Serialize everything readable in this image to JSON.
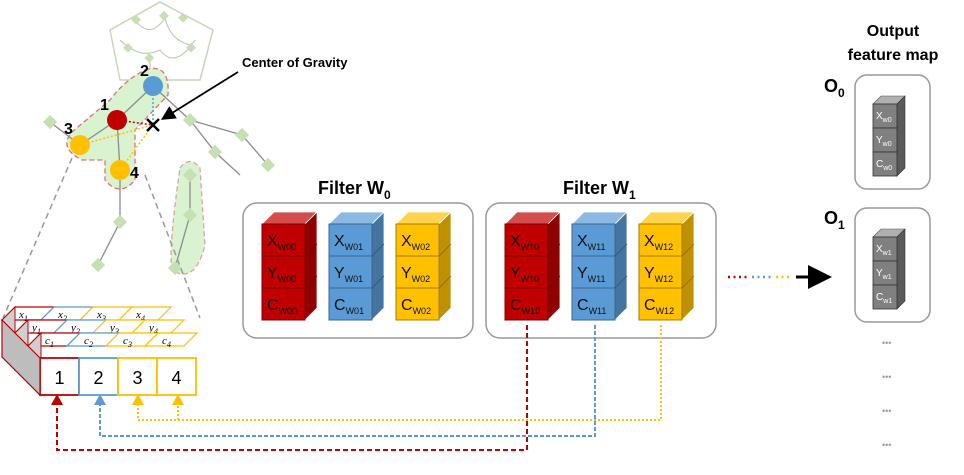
{
  "labels": {
    "center_of_gravity": "Center of Gravity",
    "output_title_line1": "Output",
    "output_title_line2": "feature map",
    "output_0_base": "O",
    "output_0_sub": "0",
    "output_1_base": "O",
    "output_1_sub": "1",
    "filter_w0_base": "Filter W",
    "filter_w0_sub": "0",
    "filter_w1_base": "Filter W",
    "filter_w1_sub": "1",
    "continuation_dots": "•••"
  },
  "joints": [
    {
      "label": "1",
      "color": "#c00000"
    },
    {
      "label": "2",
      "color": "#5b9bd5"
    },
    {
      "label": "3",
      "color": "#ffc000"
    },
    {
      "label": "4",
      "color": "#ffc000"
    }
  ],
  "colors": {
    "red": "#c00000",
    "blue": "#5b9bd5",
    "yellow": "#ffc000",
    "skeleton_node": "#c6e0b4",
    "highlight": "#d9f2d0",
    "gray_cube": "#808080"
  },
  "input_tensor": {
    "cells": [
      {
        "number": "1",
        "x": "x",
        "x_sub": "1",
        "y": "y",
        "y_sub": "1",
        "c": "c",
        "c_sub": "1",
        "color": "#c00000"
      },
      {
        "number": "2",
        "x": "x",
        "x_sub": "2",
        "y": "y",
        "y_sub": "2",
        "c": "c",
        "c_sub": "2",
        "color": "#5b9bd5"
      },
      {
        "number": "3",
        "x": "x",
        "x_sub": "3",
        "y": "y",
        "y_sub": "3",
        "c": "c",
        "c_sub": "3",
        "color": "#ffc000"
      },
      {
        "number": "4",
        "x": "x",
        "x_sub": "4",
        "y": "y",
        "y_sub": "4",
        "c": "c",
        "c_sub": "4",
        "color": "#ffc000"
      }
    ]
  },
  "filters": [
    {
      "name": "W0",
      "columns": [
        {
          "color": "red",
          "rows": [
            {
              "letter": "X",
              "sub": "W00"
            },
            {
              "letter": "Y",
              "sub": "W00"
            },
            {
              "letter": "C",
              "sub": "W00"
            }
          ]
        },
        {
          "color": "blue",
          "rows": [
            {
              "letter": "X",
              "sub": "W01"
            },
            {
              "letter": "Y",
              "sub": "W01"
            },
            {
              "letter": "C",
              "sub": "W01"
            }
          ]
        },
        {
          "color": "yellow",
          "rows": [
            {
              "letter": "X",
              "sub": "W02"
            },
            {
              "letter": "Y",
              "sub": "W02"
            },
            {
              "letter": "C",
              "sub": "W02"
            }
          ]
        }
      ]
    },
    {
      "name": "W1",
      "columns": [
        {
          "color": "red",
          "rows": [
            {
              "letter": "X",
              "sub": "W10"
            },
            {
              "letter": "Y",
              "sub": "W10"
            },
            {
              "letter": "C",
              "sub": "W10"
            }
          ]
        },
        {
          "color": "blue",
          "rows": [
            {
              "letter": "X",
              "sub": "W11"
            },
            {
              "letter": "Y",
              "sub": "W11"
            },
            {
              "letter": "C",
              "sub": "W11"
            }
          ]
        },
        {
          "color": "yellow",
          "rows": [
            {
              "letter": "X",
              "sub": "W12"
            },
            {
              "letter": "Y",
              "sub": "W12"
            },
            {
              "letter": "C",
              "sub": "W12"
            }
          ]
        }
      ]
    }
  ],
  "outputs": [
    {
      "rows": [
        {
          "letter": "X",
          "sub": "w0"
        },
        {
          "letter": "Y",
          "sub": "w0"
        },
        {
          "letter": "C",
          "sub": "w0"
        }
      ]
    },
    {
      "rows": [
        {
          "letter": "X",
          "sub": "w1"
        },
        {
          "letter": "Y",
          "sub": "w1"
        },
        {
          "letter": "C",
          "sub": "w1"
        }
      ]
    }
  ]
}
